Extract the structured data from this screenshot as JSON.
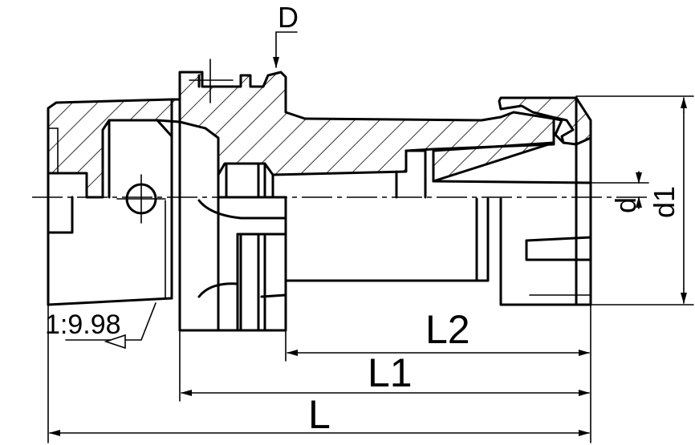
{
  "labels": {
    "D": "D",
    "d": "d",
    "d1": "d1",
    "L": "L",
    "L1": "L1",
    "L2": "L2",
    "taper": "1:9.98"
  },
  "colors": {
    "line": "#000000",
    "background": "#ffffff"
  }
}
